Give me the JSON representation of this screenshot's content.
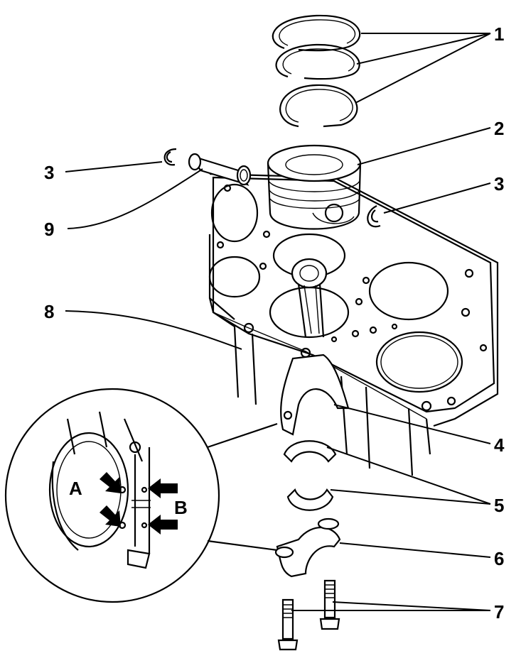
{
  "callouts": {
    "c1": "1",
    "c2": "2",
    "c3_left": "3",
    "c3_right": "3",
    "c4": "4",
    "c5": "5",
    "c6": "6",
    "c7": "7",
    "c8": "8",
    "c9": "9"
  },
  "detail": {
    "label_a": "A",
    "label_b": "B"
  }
}
